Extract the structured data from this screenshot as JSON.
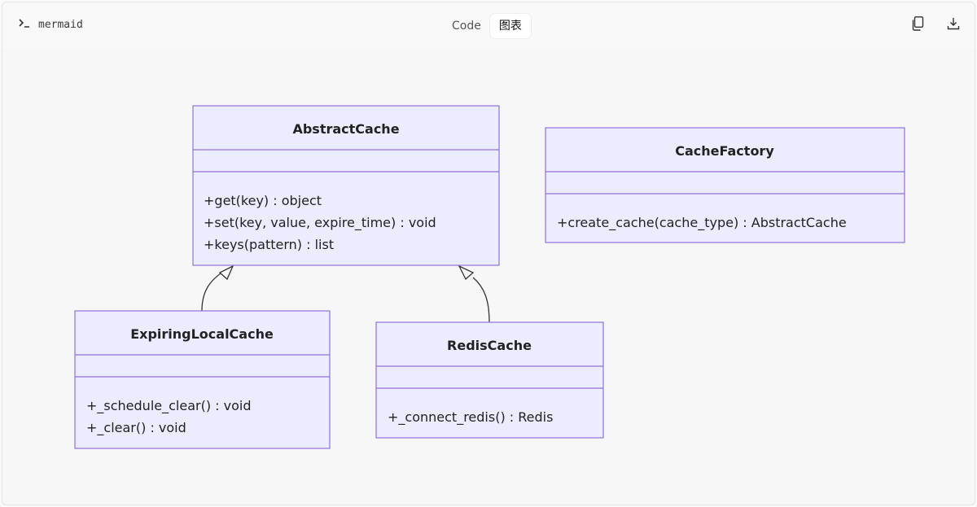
{
  "toolbar": {
    "language_label": "mermaid",
    "tabs": [
      {
        "label": "Code",
        "active": false
      },
      {
        "label": "图表",
        "active": true
      }
    ],
    "copy_icon": "copy-icon",
    "download_icon": "download-icon"
  },
  "diagram": {
    "classes": [
      {
        "id": "abstract-cache",
        "name": "AbstractCache",
        "attributes": [],
        "methods": [
          "+get(key) : object",
          "+set(key, value, expire_time) : void",
          "+keys(pattern) : list"
        ]
      },
      {
        "id": "cache-factory",
        "name": "CacheFactory",
        "attributes": [],
        "methods": [
          "+create_cache(cache_type) : AbstractCache"
        ]
      },
      {
        "id": "expiring-local-cache",
        "name": "ExpiringLocalCache",
        "attributes": [],
        "methods": [
          "+_schedule_clear() : void",
          "+_clear() : void"
        ]
      },
      {
        "id": "redis-cache",
        "name": "RedisCache",
        "attributes": [],
        "methods": [
          "+_connect_redis() : Redis"
        ]
      }
    ],
    "relations": [
      {
        "from": "ExpiringLocalCache",
        "to": "AbstractCache",
        "type": "inheritance"
      },
      {
        "from": "RedisCache",
        "to": "AbstractCache",
        "type": "inheritance"
      }
    ],
    "colors": {
      "box_fill": "#ececff",
      "box_stroke": "#9370db",
      "line": "#333333"
    }
  }
}
